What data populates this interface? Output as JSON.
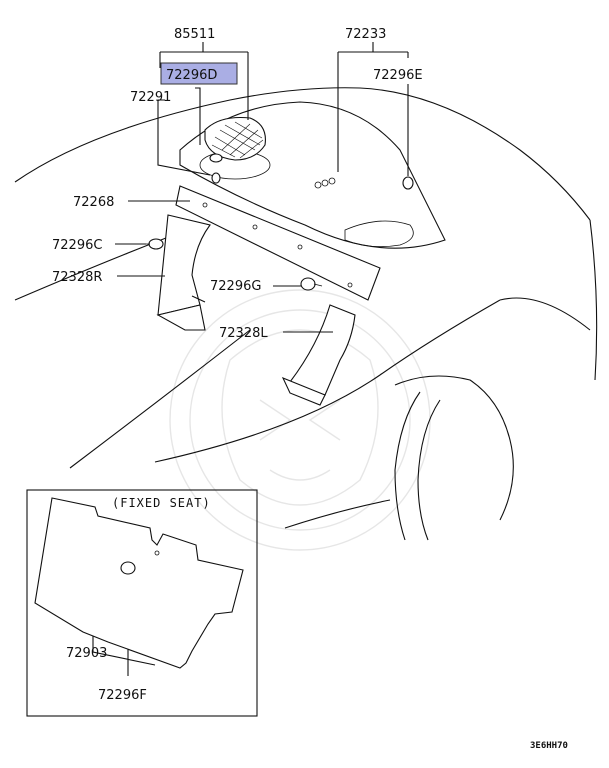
{
  "labels": {
    "part_85511": "85511",
    "part_72296D": "72296D",
    "part_72291": "72291",
    "part_72233": "72233",
    "part_72296E": "72296E",
    "part_72268": "72268",
    "part_72296C": "72296C",
    "part_72328R": "72328R",
    "part_72296G": "72296G",
    "part_72328L": "72328L",
    "part_72903": "72903",
    "part_72296F": "72296F"
  },
  "inset": {
    "title": "(FIXED SEAT)"
  },
  "diagram_code": "3E6HH70",
  "colors": {
    "highlight": "#aaaee4",
    "ink": "#111111"
  }
}
